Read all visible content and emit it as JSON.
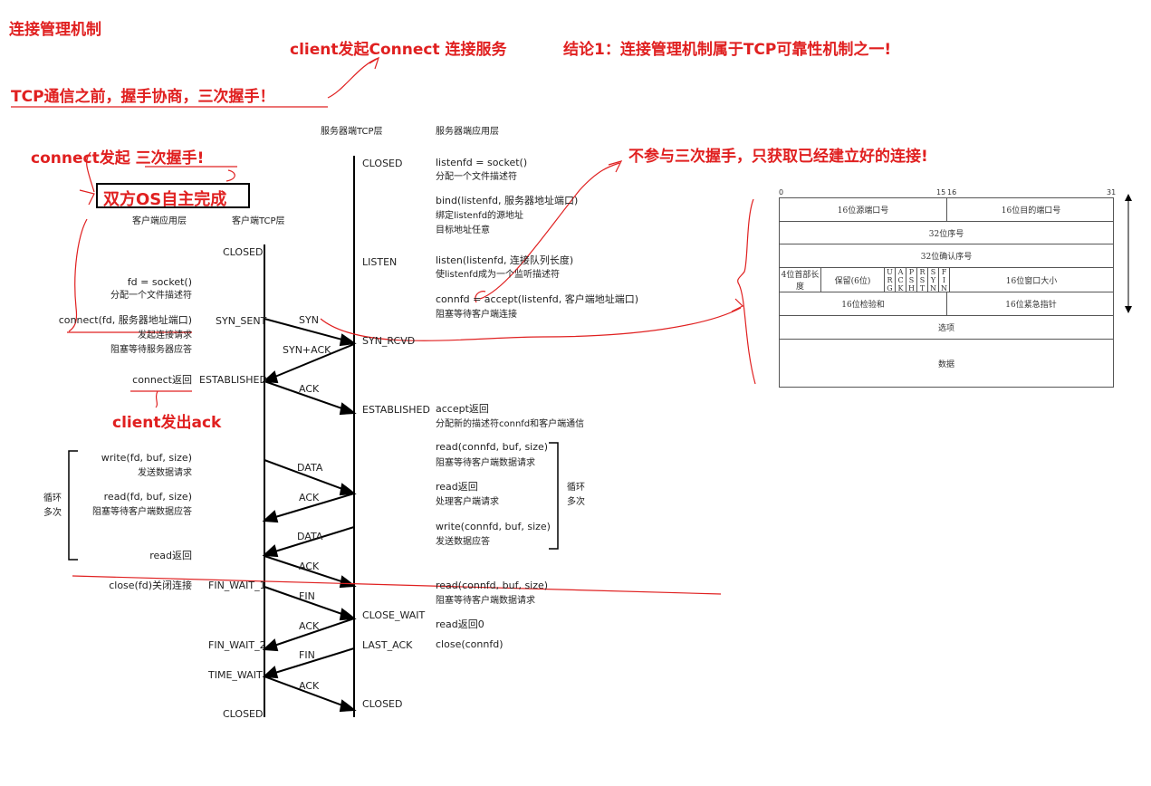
{
  "annotations": {
    "title": "连接管理机制",
    "tcp_before": "TCP通信之前，握手协商，三次握手！",
    "client_connect": "client发起Connect 连接服务",
    "conclusion": "结论1：连接管理机制属于TCP可靠性机制之一!",
    "connect_start": "connect发起 三次握手!",
    "os_auto": "双方OS自主完成",
    "no_participate": "不参与三次握手，只获取已经建立好的连接!",
    "client_ack": "client发出ack"
  },
  "columns": {
    "server_tcp": "服务器端TCP层",
    "server_app": "服务器端应用层",
    "client_app": "客户端应用层",
    "client_tcp": "客户端TCP层"
  },
  "client_states": [
    "CLOSED",
    "SYN_SENT",
    "ESTABLISHED",
    "FIN_WAIT_1",
    "FIN_WAIT_2",
    "TIME_WAIT",
    "CLOSED"
  ],
  "server_states": [
    "CLOSED",
    "LISTEN",
    "SYN_RCVD",
    "ESTABLISHED",
    "CLOSE_WAIT",
    "LAST_ACK",
    "CLOSED"
  ],
  "messages": [
    "SYN",
    "SYN+ACK",
    "ACK",
    "DATA",
    "ACK",
    "DATA",
    "ACK",
    "FIN",
    "ACK",
    "FIN",
    "ACK"
  ],
  "client_app": {
    "socket": "fd = socket()",
    "socket_desc": "分配一个文件描述符",
    "connect": "connect(fd, 服务器地址端口)",
    "connect_desc1": "发起连接请求",
    "connect_desc2": "阻塞等待服务器应答",
    "connect_ret": "connect返回",
    "write": "write(fd, buf, size)",
    "write_desc": "发送数据请求",
    "loop1": "循环",
    "loop2": "多次",
    "read": "read(fd, buf, size)",
    "read_desc": "阻塞等待客户端数据应答",
    "read_ret": "read返回",
    "close": "close(fd)关闭连接"
  },
  "server_app": {
    "listenfd": "listenfd = socket()",
    "listenfd_desc": "分配一个文件描述符",
    "bind": "bind(listenfd, 服务器地址端口)",
    "bind_desc1": "绑定listenfd的源地址",
    "bind_desc2": "目标地址任意",
    "listen": "listen(listenfd, 连接队列长度)",
    "listen_desc": "使listenfd成为一个监听描述符",
    "accept": "connfd = accept(listenfd, 客户端地址端口)",
    "accept_desc": "阻塞等待客户端连接",
    "accept_ret": "accept返回",
    "accept_ret_desc": "分配新的描述符connfd和客户端通信",
    "read1": "read(connfd, buf, size)",
    "read1_desc": "阻塞等待客户端数据请求",
    "read_ret": "read返回",
    "read_ret_desc": "处理客户端请求",
    "write": "write(connfd, buf, size)",
    "write_desc": "发送数据应答",
    "loop1": "循环",
    "loop2": "多次",
    "read2": "read(connfd, buf, size)",
    "read2_desc": "阻塞等待客户端数据请求",
    "read_ret0": "read返回0",
    "close": "close(connfd)"
  },
  "tcp_header": {
    "bits": [
      "0",
      "15",
      "16",
      "31"
    ],
    "src_port": "16位源端口号",
    "dst_port": "16位目的端口号",
    "seq": "32位序号",
    "ack": "32位确认序号",
    "hdr_len": "4位首部长度",
    "reserved": "保留(6位)",
    "flags": [
      "URG",
      "ACK",
      "PSH",
      "RST",
      "SYN",
      "FIN"
    ],
    "window": "16位窗口大小",
    "checksum": "16位检验和",
    "urgent": "16位紧急指针",
    "options": "选项",
    "data": "数据"
  },
  "colors": {
    "accent": "#e02020",
    "line": "#000000"
  }
}
